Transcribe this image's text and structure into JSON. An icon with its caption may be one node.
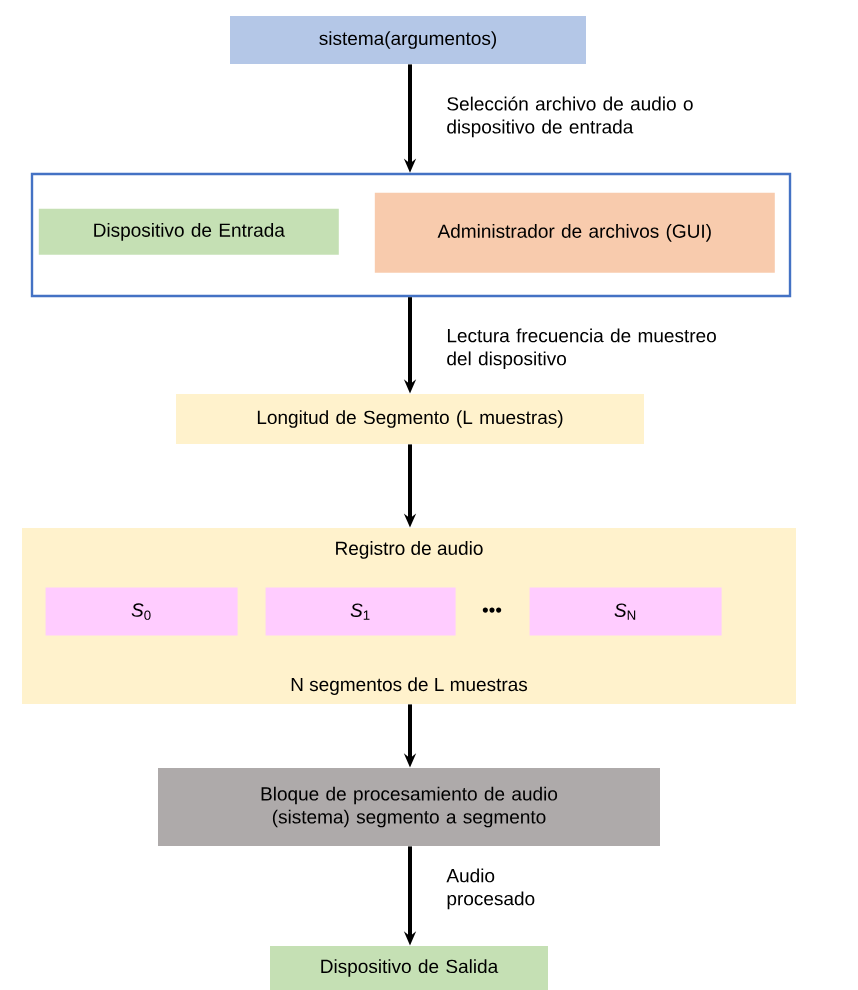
{
  "diagram": {
    "nodes": [
      {
        "text": [
          "sistema(argumentos)"
        ]
      },
      {
        "text": [],
        "shape": "box"
      },
      {
        "text": [
          "Dispositivo de Entrada"
        ],
        "in": 1
      },
      {
        "text": [
          "Administrador de archivos (GUI)"
        ],
        "in": 1
      },
      {
        "text": [
          "Longitud de Segmento (L muestras)"
        ]
      },
      {
        "text": [
          "Registro de audio",
          "N segmentos de L muestras"
        ]
      },
      {
        "text": [
          "*S*$_{0}$"
        ],
        "in": 5
      },
      {
        "text": [
          "*S*$_{1}$"
        ],
        "in": 5
      },
      {
        "text": [
          "*S*$_{N}$"
        ],
        "in": 5
      },
      {
        "text": [
          "Bloque de procesamiento de audio (sistema) segmento a segmento"
        ]
      },
      {
        "text": [
          "Dispositivo de Salida"
        ]
      }
    ],
    "edges": [
      {
        "from": 0,
        "to": 1,
        "arrow": "to",
        "label": "Selección archivo de audio o dispositivo de entrada"
      },
      {
        "from": 1,
        "to": 4,
        "arrow": "to",
        "label": "Lectura frecuencia de muestreo del dispositivo"
      },
      {
        "from": 4,
        "to": 5,
        "arrow": "to"
      },
      {
        "from": 5,
        "to": 9,
        "arrow": "to"
      },
      {
        "from": 9,
        "to": 10,
        "arrow": "to",
        "label": "Audio procesado"
      }
    ],
    "labels": [
      "•••"
    ]
  }
}
